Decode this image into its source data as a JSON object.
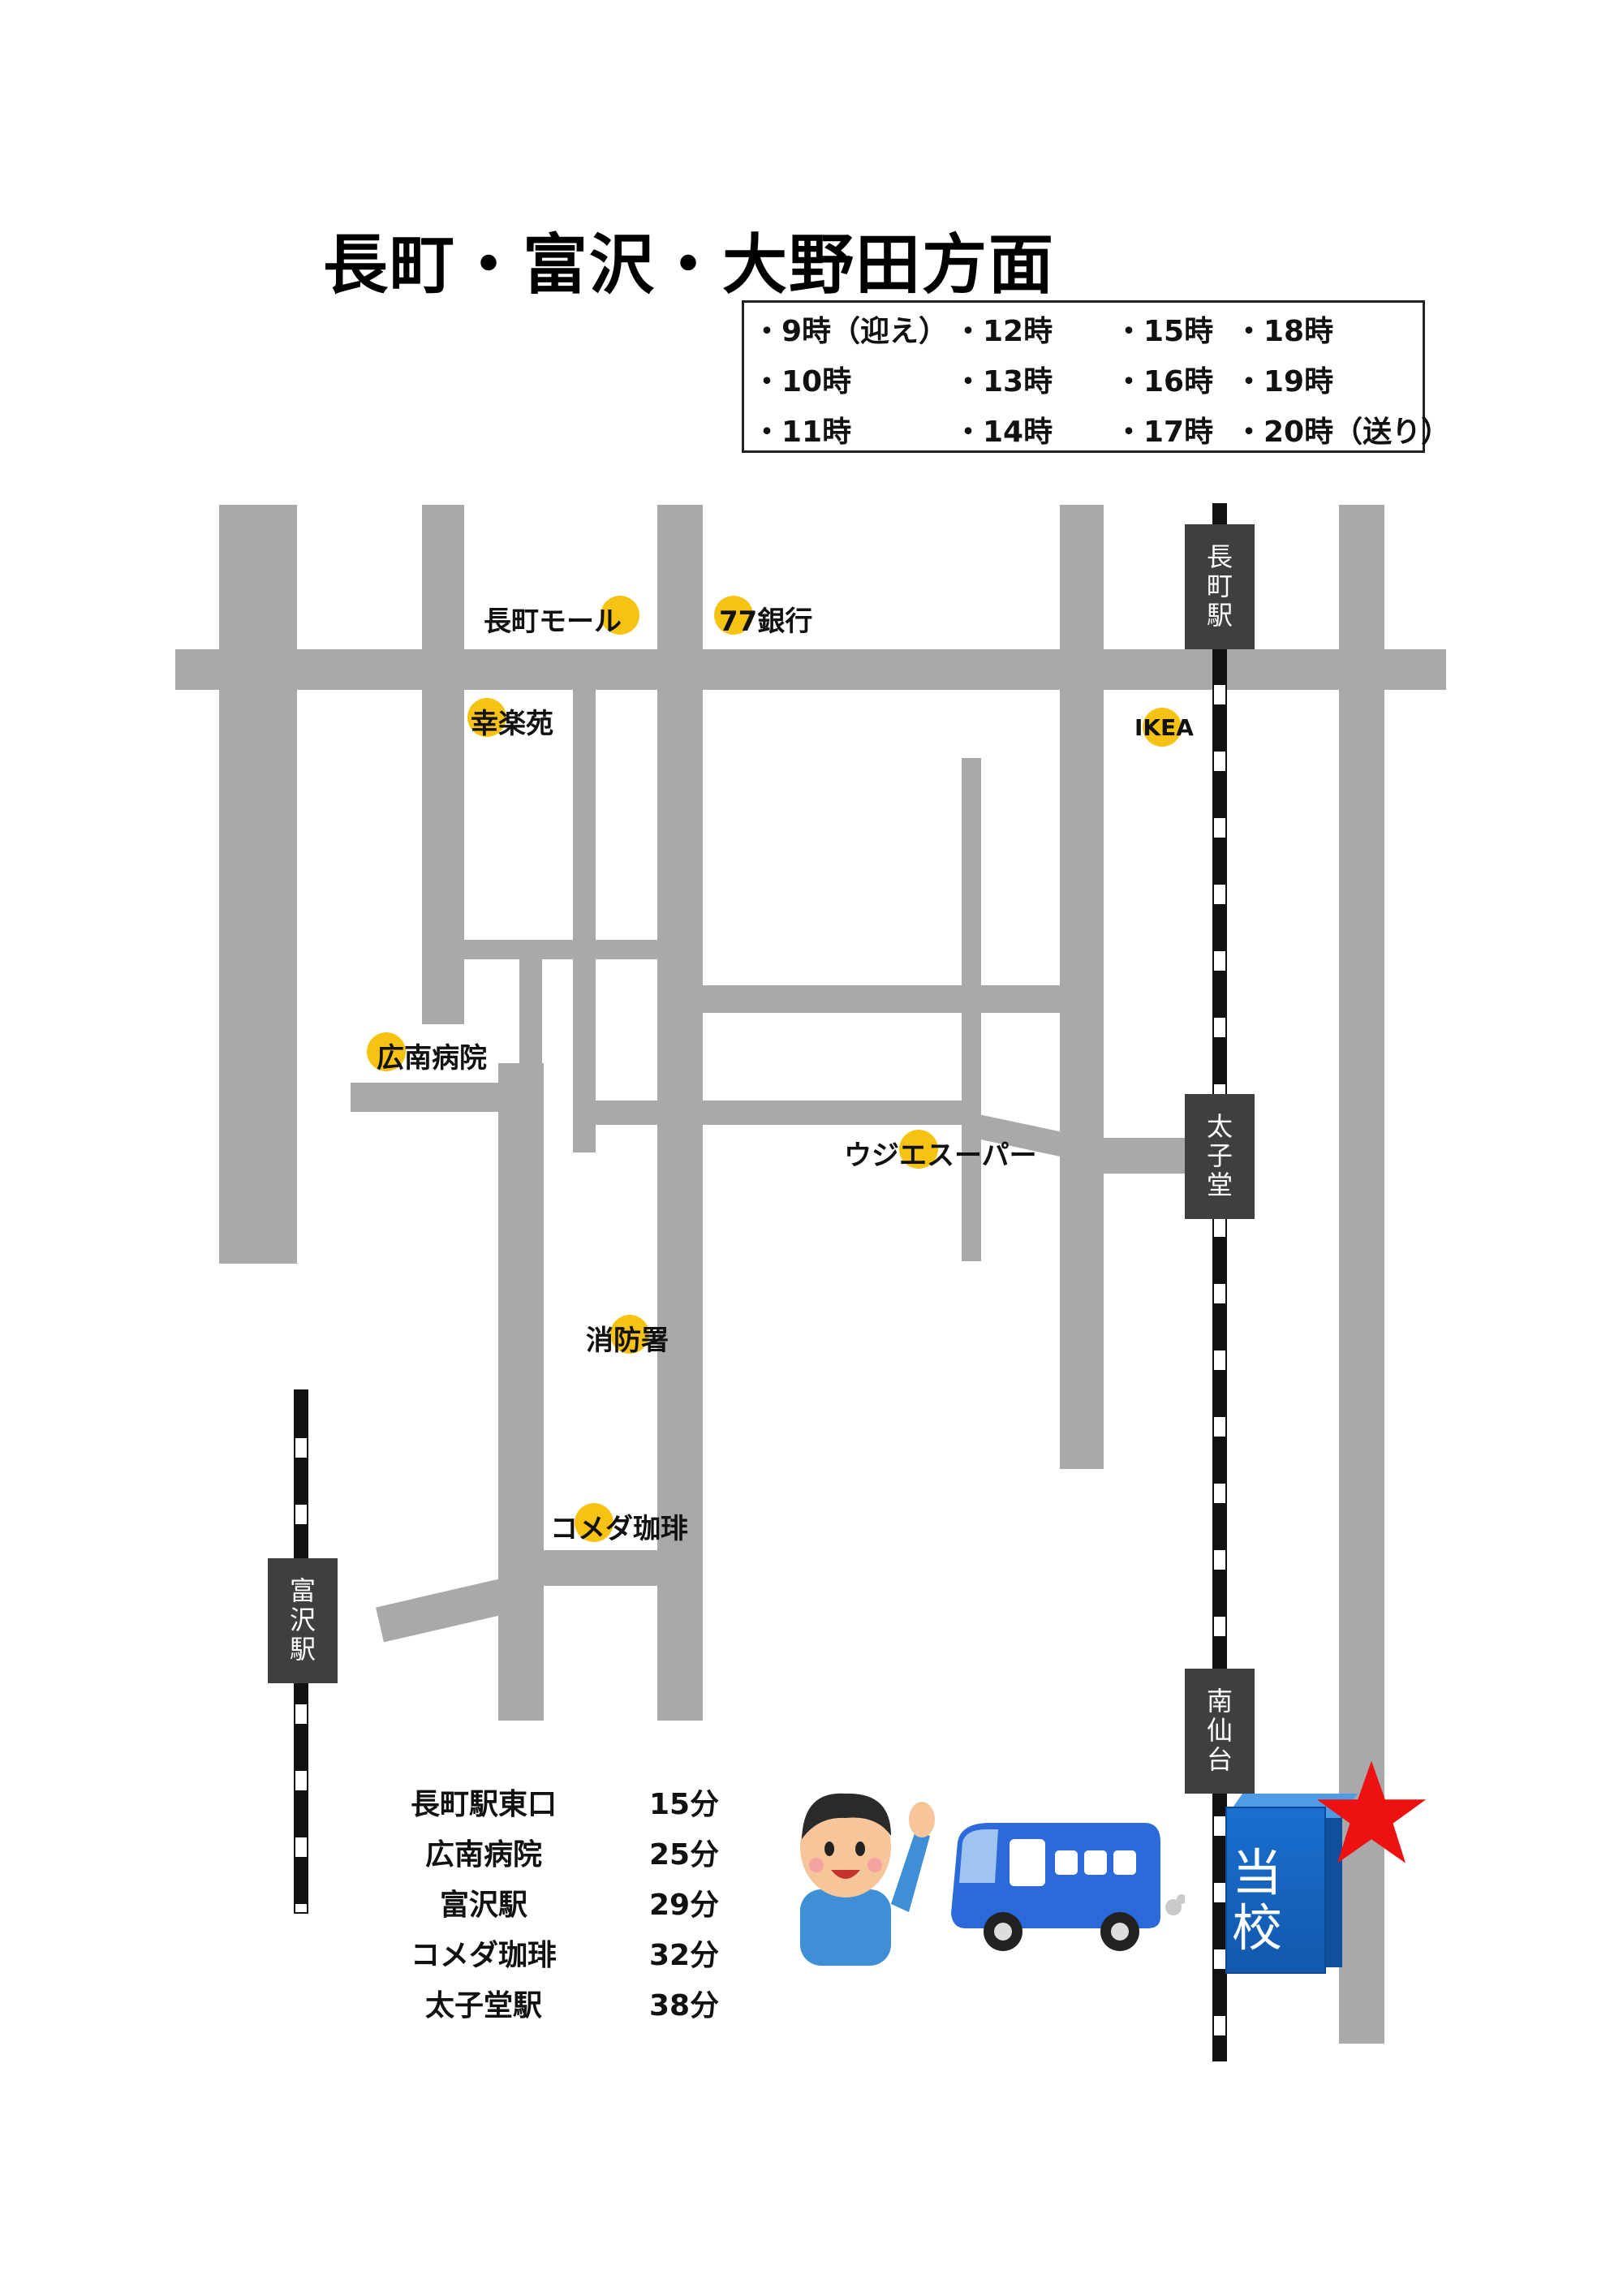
{
  "title": "長町・富沢・大野田方面",
  "schedule": [
    [
      "・9時（迎え）",
      "・12時",
      "・15時",
      "・18時"
    ],
    [
      "・10時",
      "・13時",
      "・16時",
      "・19時"
    ],
    [
      "・11時",
      "・14時",
      "・17時",
      "・20時（送り）"
    ]
  ],
  "stations": {
    "nagamachi": [
      "長",
      "町",
      "駅"
    ],
    "taishido": [
      "太",
      "子",
      "堂"
    ],
    "minamisendai": [
      "南",
      "仙",
      "台"
    ],
    "tomizawa": [
      "富",
      "沢",
      "駅"
    ]
  },
  "landmarks": {
    "mall": "長町モール",
    "bank": "77銀行",
    "kourakuen": "幸楽苑",
    "ikea": "IKEA",
    "hospital": "広南病院",
    "super": "ウジエスーパー",
    "fire": "消防署",
    "komeda": "コメダ珈琲"
  },
  "school": [
    "当",
    "校"
  ],
  "travel_times": [
    {
      "place": "長町駅東口",
      "time": "15分"
    },
    {
      "place": "広南病院",
      "time": "25分"
    },
    {
      "place": "富沢駅",
      "time": "29分"
    },
    {
      "place": "コメダ珈琲",
      "time": "32分"
    },
    {
      "place": "太子堂駅",
      "time": "38分"
    }
  ],
  "colors": {
    "road": "#a9a9a9",
    "landmark_dot": "#f6c315",
    "station_box": "#3f3f3f",
    "school": "#1a6fd0",
    "star": "#ee1111",
    "bus": "#2b6ad8"
  }
}
